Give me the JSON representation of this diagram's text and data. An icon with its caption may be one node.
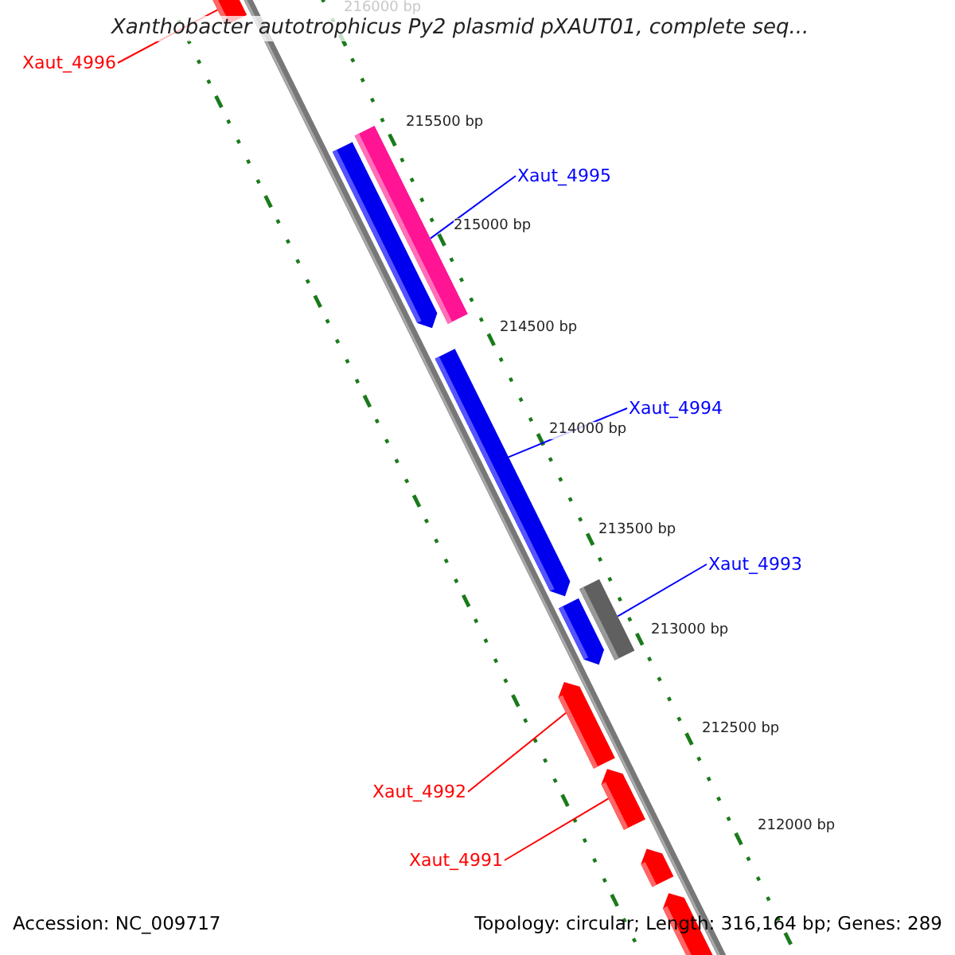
{
  "diagram": {
    "title": "Xanthobacter autotrophicus Py2 plasmid pXAUT01, complete seq...",
    "nodes": [
      {
        "text": [
          "Xaut_4996"
        ]
      },
      {
        "text": [],
        "shape": "bar"
      },
      {
        "text": [],
        "shape": "bar"
      },
      {
        "text": [],
        "shape": "bar"
      },
      {
        "text": [
          "Xaut_4995"
        ]
      },
      {
        "text": [
          "Xaut_4994"
        ]
      },
      {
        "text": [],
        "shape": "bar"
      },
      {
        "text": [
          "Xaut_4993"
        ]
      },
      {
        "text": [],
        "shape": "bar"
      },
      {
        "text": [],
        "shape": "bar"
      },
      {
        "text": [],
        "shape": "bar"
      },
      {
        "text": [
          "Xaut_4992"
        ]
      },
      {
        "text": [],
        "shape": "bar"
      },
      {
        "text": [
          "Xaut_4991"
        ]
      },
      {
        "text": [],
        "shape": "bar"
      },
      {
        "text": [],
        "shape": "bar"
      }
    ],
    "edges": [
      {
        "from": 0,
        "to": 1,
        "arrow": "none",
        "color": "#ff0000"
      },
      {
        "from": 4,
        "to": 3,
        "arrow": "none",
        "color": "#0000ff"
      },
      {
        "from": 5,
        "to": 6,
        "arrow": "none",
        "color": "#0000ff"
      },
      {
        "from": 7,
        "to": 9,
        "arrow": "none",
        "color": "#0000ff"
      },
      {
        "from": 11,
        "to": 10,
        "arrow": "none",
        "color": "#ff0000"
      },
      {
        "from": 13,
        "to": 12,
        "arrow": "none",
        "color": "#ff0000"
      }
    ],
    "labels": [
      "216000 bp",
      "215500 bp",
      "215000 bp",
      "214500 bp",
      "214000 bp",
      "213500 bp",
      "213000 bp",
      "212500 bp",
      "212000 bp",
      "Accession: NC_009717",
      "Topology: circular; Length: 316,164 bp; Genes: 289"
    ]
  }
}
